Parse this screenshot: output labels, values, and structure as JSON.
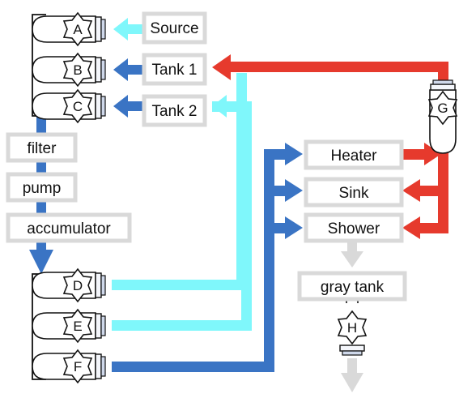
{
  "colors": {
    "cold": "#7ff7fb",
    "pressurized": "#3a74c4",
    "hot": "#e63a2d",
    "waste": "#d9d9d9",
    "box_border": "#d9d9d9",
    "manifold": "#111111"
  },
  "sources": {
    "source": "Source",
    "tank1": "Tank 1",
    "tank2": "Tank 2"
  },
  "equipment": {
    "filter": "filter",
    "pump": "pump",
    "accumulator": "accumulator"
  },
  "fixtures": {
    "heater": "Heater",
    "sink": "Sink",
    "shower": "Shower",
    "gray_tank": "gray tank"
  },
  "valves": {
    "a": "A",
    "b": "B",
    "c": "C",
    "d": "D",
    "e": "E",
    "f": "F",
    "g": "G",
    "h": "H"
  }
}
